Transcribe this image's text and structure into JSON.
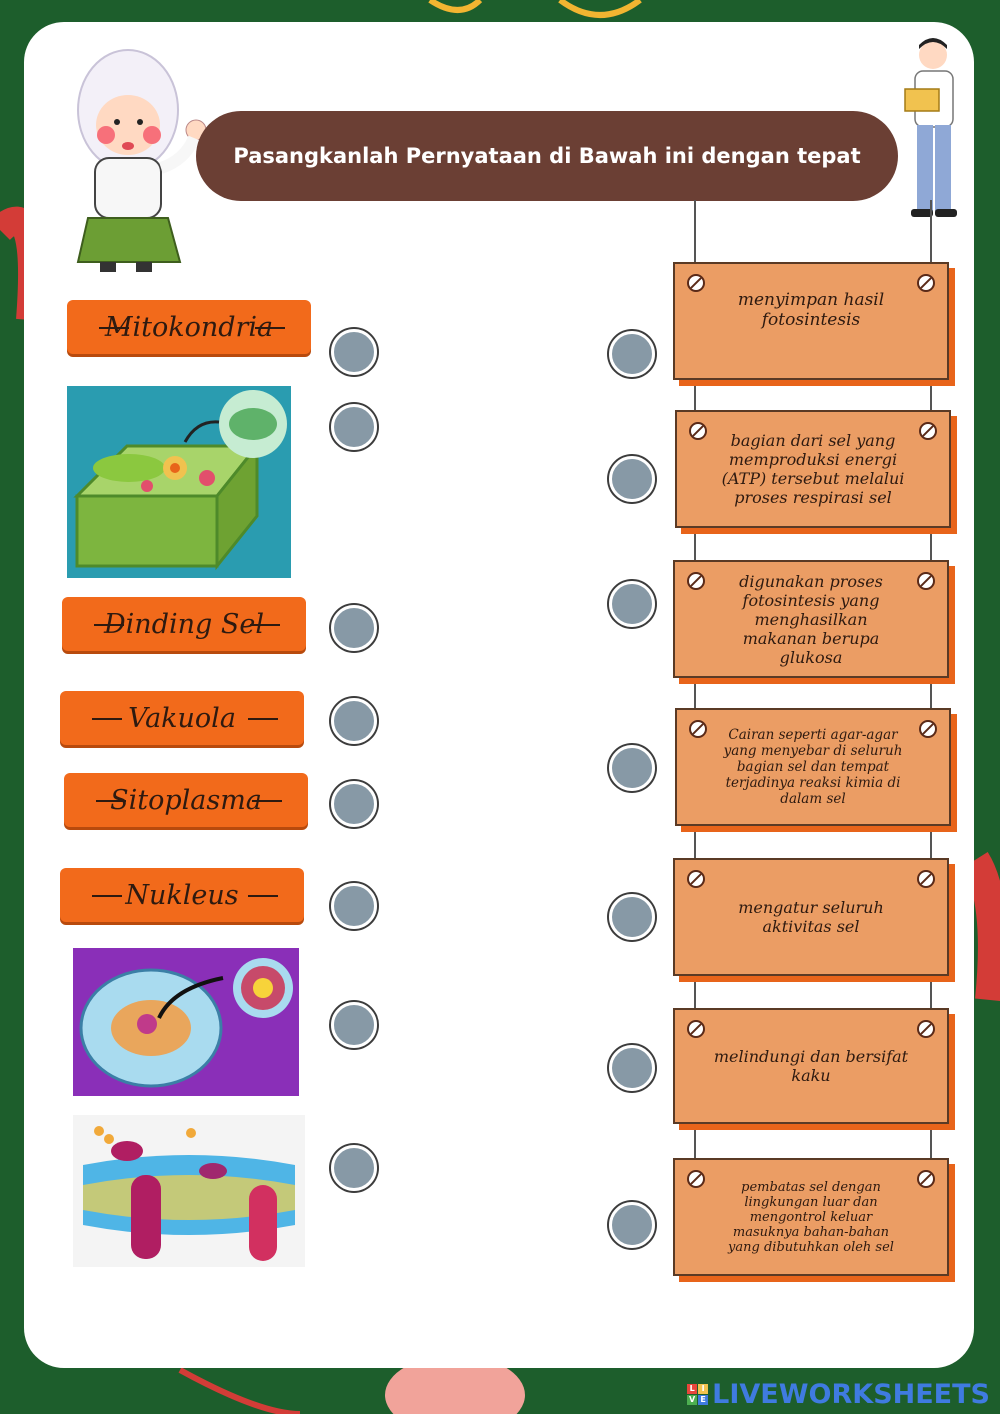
{
  "title": "Pasangkanlah Pernyataan di Bawah ini dengan tepat",
  "labels": [
    {
      "text": "Mitokondria"
    },
    {
      "text": "Dinding Sel"
    },
    {
      "text": "Vakuola"
    },
    {
      "text": "Sitoplasma"
    },
    {
      "text": "Nukleus"
    }
  ],
  "definitions": [
    "menyimpan hasil fotosintesis",
    "bagian dari sel yang memproduksi energi (ATP) tersebut melalui proses respirasi sel",
    "digunakan proses fotosintesis yang menghasilkan makanan berupa glukosa",
    "Cairan seperti agar-agar yang menyebar di seluruh bagian sel dan tempat terjadinya reaksi kimia di dalam sel",
    "mengatur seluruh aktivitas sel",
    "melindungi dan bersifat kaku",
    "pembatas sel dengan lingkungan luar dan mengontrol keluar masuknya bahan-bahan yang dibutuhkan oleh sel"
  ],
  "footer": {
    "logo_text": "LIVEWORKSHEETS",
    "logo_letters": [
      "L",
      "I",
      "V",
      "E"
    ]
  },
  "colors": {
    "background": "#1d5e2c",
    "title_bar": "#6b3f34",
    "label_tag": "#f26a1b",
    "card": "#eb9d64",
    "dot": "#8799a6",
    "logo": "#3f7be0"
  }
}
